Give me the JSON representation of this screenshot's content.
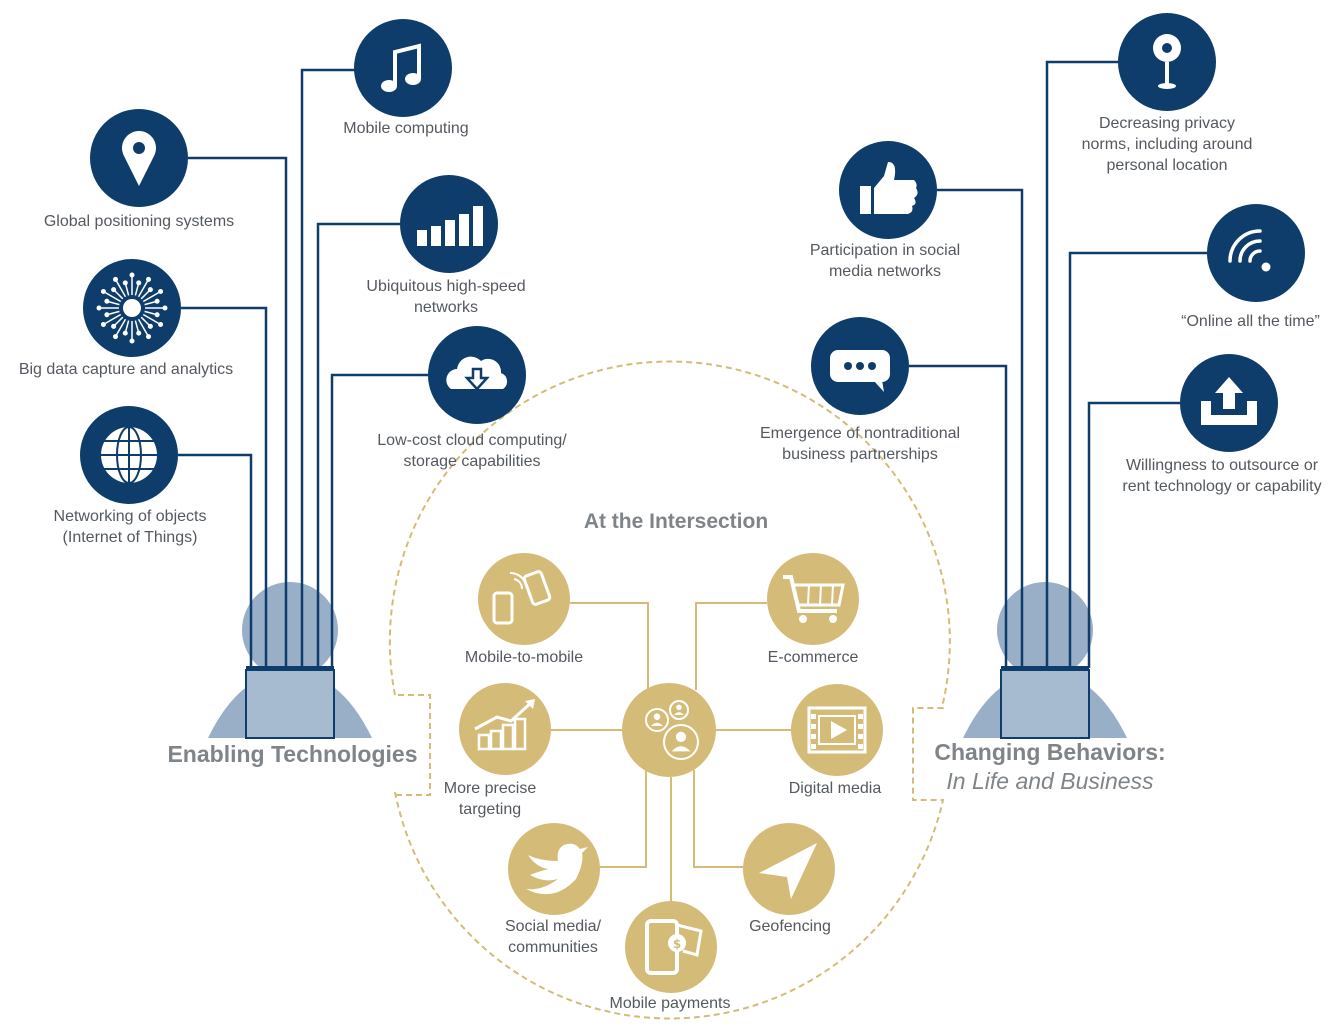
{
  "colors": {
    "navy": "#0e3d6b",
    "gold": "#d4bc78",
    "steel": "#98afc7",
    "label": "#54595f",
    "title": "#7f8488"
  },
  "enabling": {
    "title": "Enabling Technologies",
    "items": [
      {
        "label": "Mobile computing",
        "icon": "music-note-icon"
      },
      {
        "label": "Global positioning systems",
        "icon": "location-pin-icon"
      },
      {
        "label": "Ubiquitous high-speed\nnetworks",
        "icon": "signal-bars-icon"
      },
      {
        "label": "Big data capture and analytics",
        "icon": "data-burst-icon"
      },
      {
        "label": "Low-cost cloud computing/\nstorage capabilities",
        "icon": "cloud-download-icon"
      },
      {
        "label": "Networking of objects\n(Internet of Things)",
        "icon": "globe-icon"
      }
    ]
  },
  "behaviors": {
    "title": "Changing Behaviors:",
    "subtitle": "In Life and Business",
    "items": [
      {
        "label": "Decreasing privacy\nnorms, including around\npersonal location",
        "icon": "pushpin-icon"
      },
      {
        "label": "Participation in social\nmedia networks",
        "icon": "thumbs-up-icon"
      },
      {
        "label": "“Online all the time”",
        "icon": "wifi-icon"
      },
      {
        "label": "Emergence of nontraditional\nbusiness partnerships",
        "icon": "chat-bubble-icon"
      },
      {
        "label": "Willingness to outsource or\nrent technology or capability",
        "icon": "inbox-upload-icon"
      }
    ]
  },
  "intersection": {
    "title": "At the Intersection",
    "hub_icon": "people-network-icon",
    "items": [
      {
        "label": "Mobile-to-mobile",
        "icon": "phones-icon"
      },
      {
        "label": "E-commerce",
        "icon": "shopping-cart-icon"
      },
      {
        "label": "More precise\ntargeting",
        "icon": "growth-chart-icon"
      },
      {
        "label": "Digital media",
        "icon": "film-play-icon"
      },
      {
        "label": "Social media/\ncommunities",
        "icon": "bird-icon"
      },
      {
        "label": "Geofencing",
        "icon": "navigation-arrow-icon"
      },
      {
        "label": "Mobile payments",
        "icon": "mobile-payment-icon"
      }
    ]
  }
}
